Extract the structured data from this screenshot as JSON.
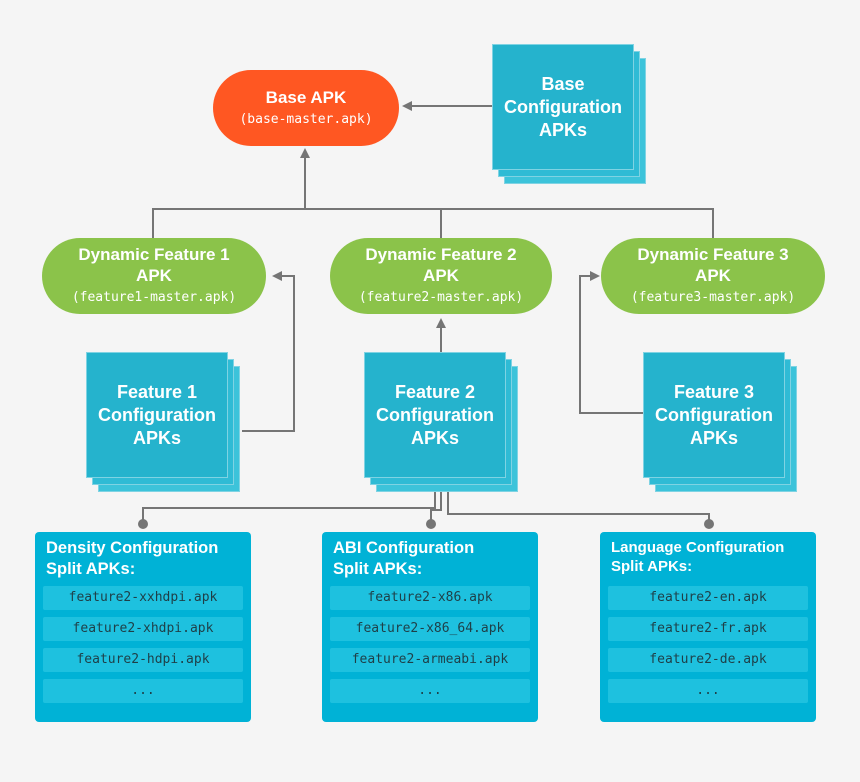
{
  "base_apk": {
    "title": "Base APK",
    "file": "(base-master.apk)"
  },
  "base_config": {
    "label": "Base\nConfiguration\nAPKs"
  },
  "features": [
    {
      "title": "Dynamic Feature 1\nAPK",
      "file": "(feature1-master.apk)"
    },
    {
      "title": "Dynamic Feature 2\nAPK",
      "file": "(feature2-master.apk)"
    },
    {
      "title": "Dynamic Feature 3\nAPK",
      "file": "(feature3-master.apk)"
    }
  ],
  "feature_configs": [
    {
      "label": "Feature 1\nConfiguration\nAPKs"
    },
    {
      "label": "Feature 2\nConfiguration\nAPKs"
    },
    {
      "label": "Feature 3\nConfiguration\nAPKs"
    }
  ],
  "splits": [
    {
      "heading": "Density Configuration\nSplit APKs:",
      "items": [
        "feature2-xxhdpi.apk",
        "feature2-xhdpi.apk",
        "feature2-hdpi.apk",
        "..."
      ]
    },
    {
      "heading": "ABI Configuration\nSplit APKs:",
      "items": [
        "feature2-x86.apk",
        "feature2-x86_64.apk",
        "feature2-armeabi.apk",
        "..."
      ]
    },
    {
      "heading": "Language Configuration\nSplit APKs:",
      "items": [
        "feature2-en.apk",
        "feature2-fr.apk",
        "feature2-de.apk",
        "..."
      ]
    }
  ],
  "colors": {
    "base": "#ff5722",
    "feature": "#8bc34a",
    "config": "#26b7d2",
    "split": "#00b2d6",
    "connector": "#757575"
  }
}
